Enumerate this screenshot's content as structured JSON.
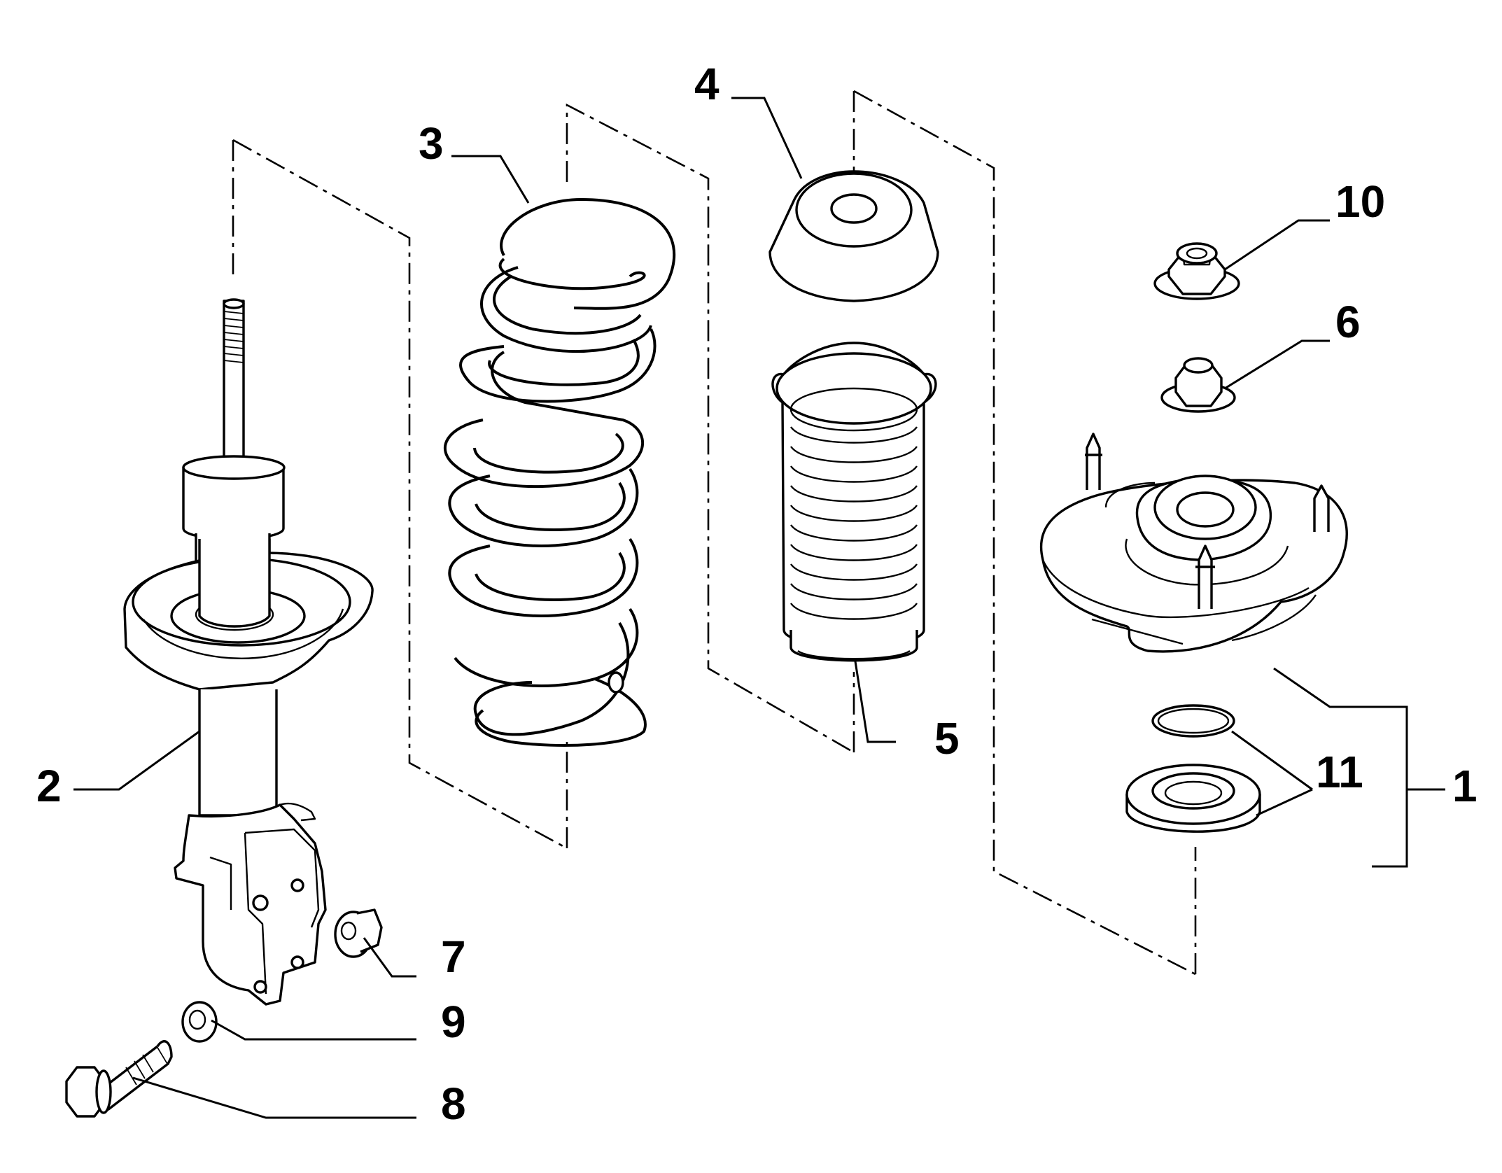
{
  "diagram": {
    "callouts": [
      {
        "id": "1",
        "text": "1",
        "part": "strut-mount-assembly"
      },
      {
        "id": "2",
        "text": "2",
        "part": "shock-absorber"
      },
      {
        "id": "3",
        "text": "3",
        "part": "coil-spring"
      },
      {
        "id": "4",
        "text": "4",
        "part": "bump-stop"
      },
      {
        "id": "5",
        "text": "5",
        "part": "dust-boot"
      },
      {
        "id": "6",
        "text": "6",
        "part": "flange-nut-small"
      },
      {
        "id": "7",
        "text": "7",
        "part": "flange-nut"
      },
      {
        "id": "8",
        "text": "8",
        "part": "bolt"
      },
      {
        "id": "9",
        "text": "9",
        "part": "washer"
      },
      {
        "id": "10",
        "text": "10",
        "part": "lock-nut"
      },
      {
        "id": "11",
        "text": "11",
        "part": "bearing-and-ring"
      }
    ]
  }
}
